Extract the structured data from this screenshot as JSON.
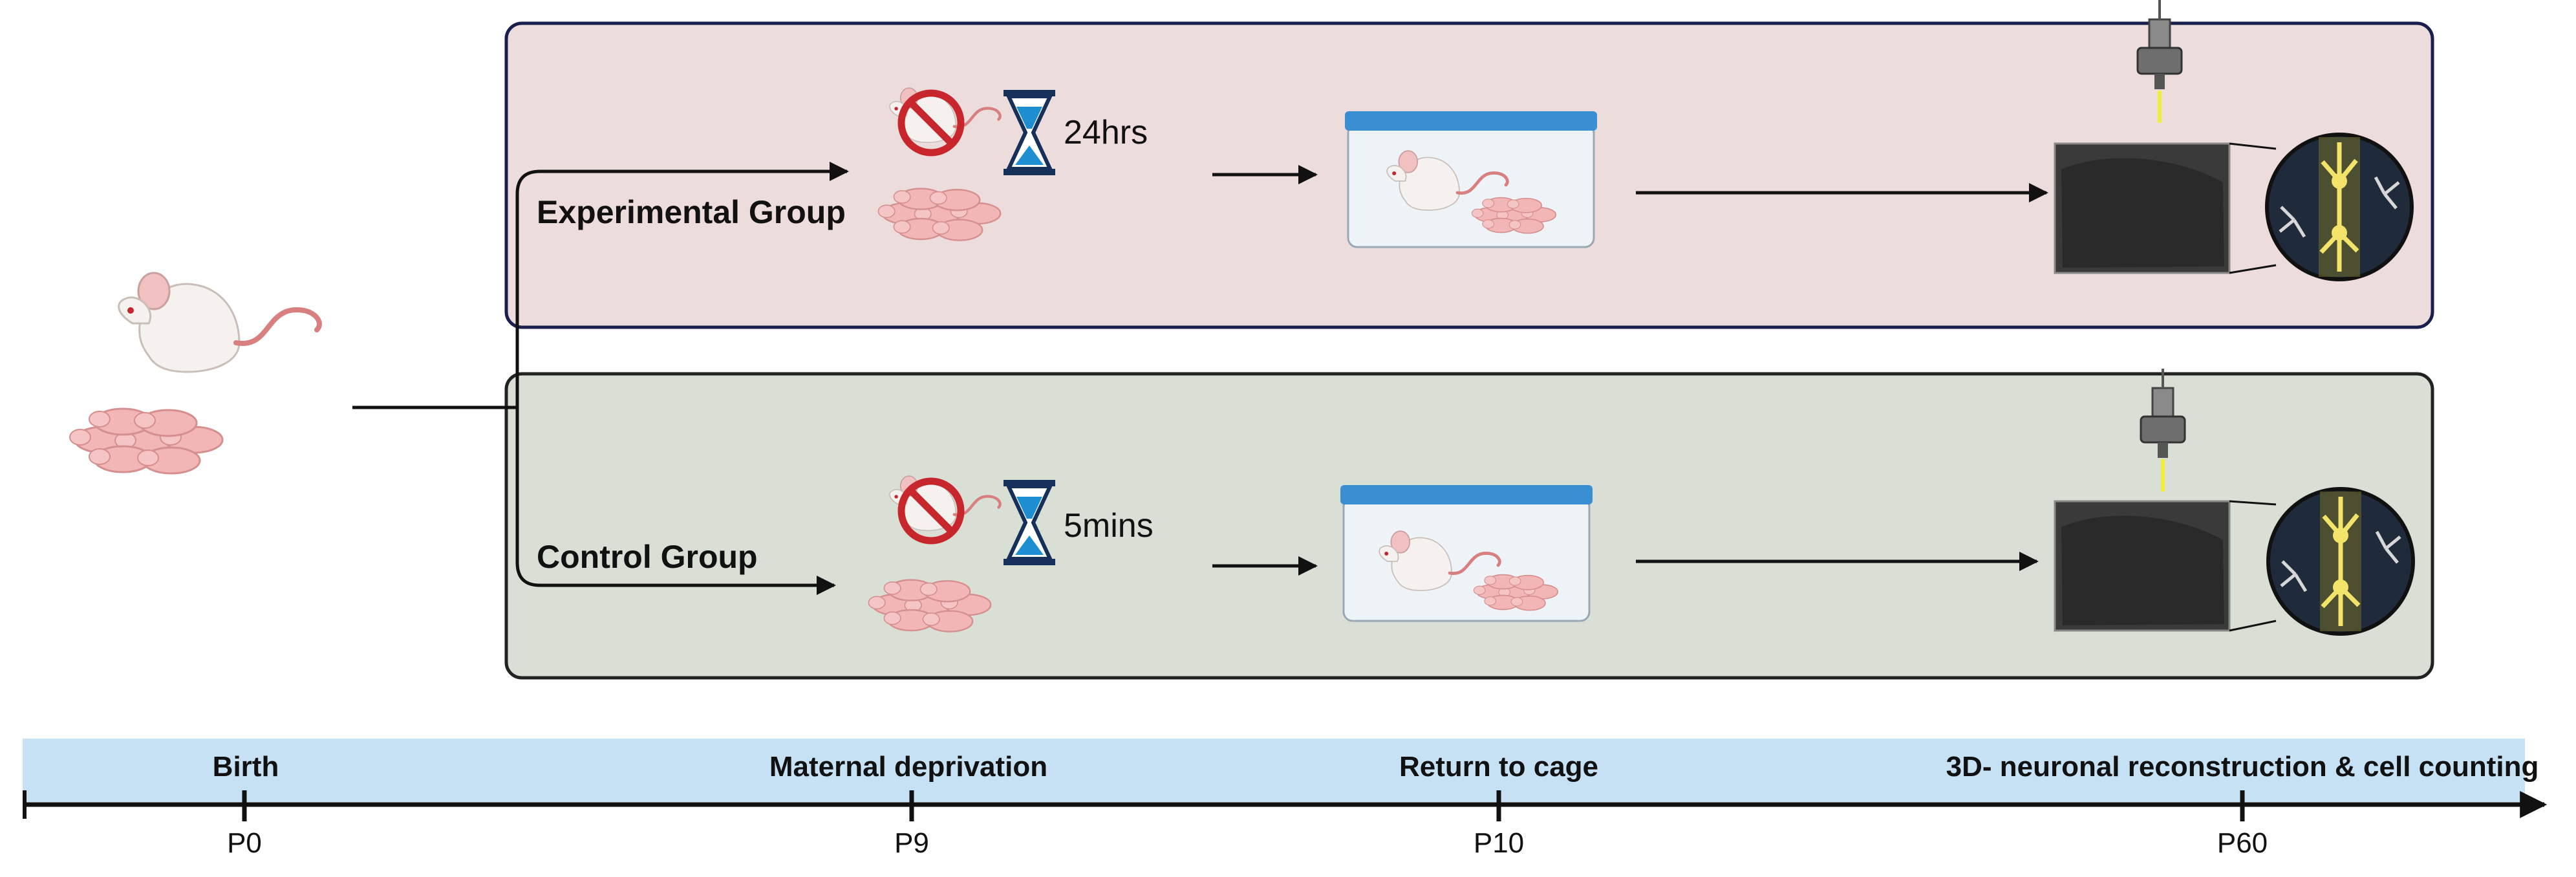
{
  "groups": {
    "experimental": {
      "label": "Experimental Group",
      "duration": "24hrs",
      "panel_fill": "#ecdcdc",
      "panel_border": "#1b1f4e"
    },
    "control": {
      "label": "Control Group",
      "duration": "5mins",
      "panel_fill": "#dadfd6",
      "panel_border": "#222222"
    }
  },
  "timeline": {
    "band_color": "#c6e0f4",
    "events": [
      {
        "label": "Birth",
        "day": "P0"
      },
      {
        "label": "Maternal deprivation",
        "day": "P9"
      },
      {
        "label": "Return to cage",
        "day": "P10"
      },
      {
        "label": "3D- neuronal reconstruction & cell counting",
        "day": "P60"
      }
    ]
  },
  "icons": {
    "mother": "mouse-with-pups-icon",
    "separation": "no-symbol-icon",
    "timer": "hourglass-icon",
    "cage": "cage-icon",
    "microscope": "microscope-icon",
    "brain_slice": "brain-slice-icon",
    "neurons": "neuron-icon"
  }
}
